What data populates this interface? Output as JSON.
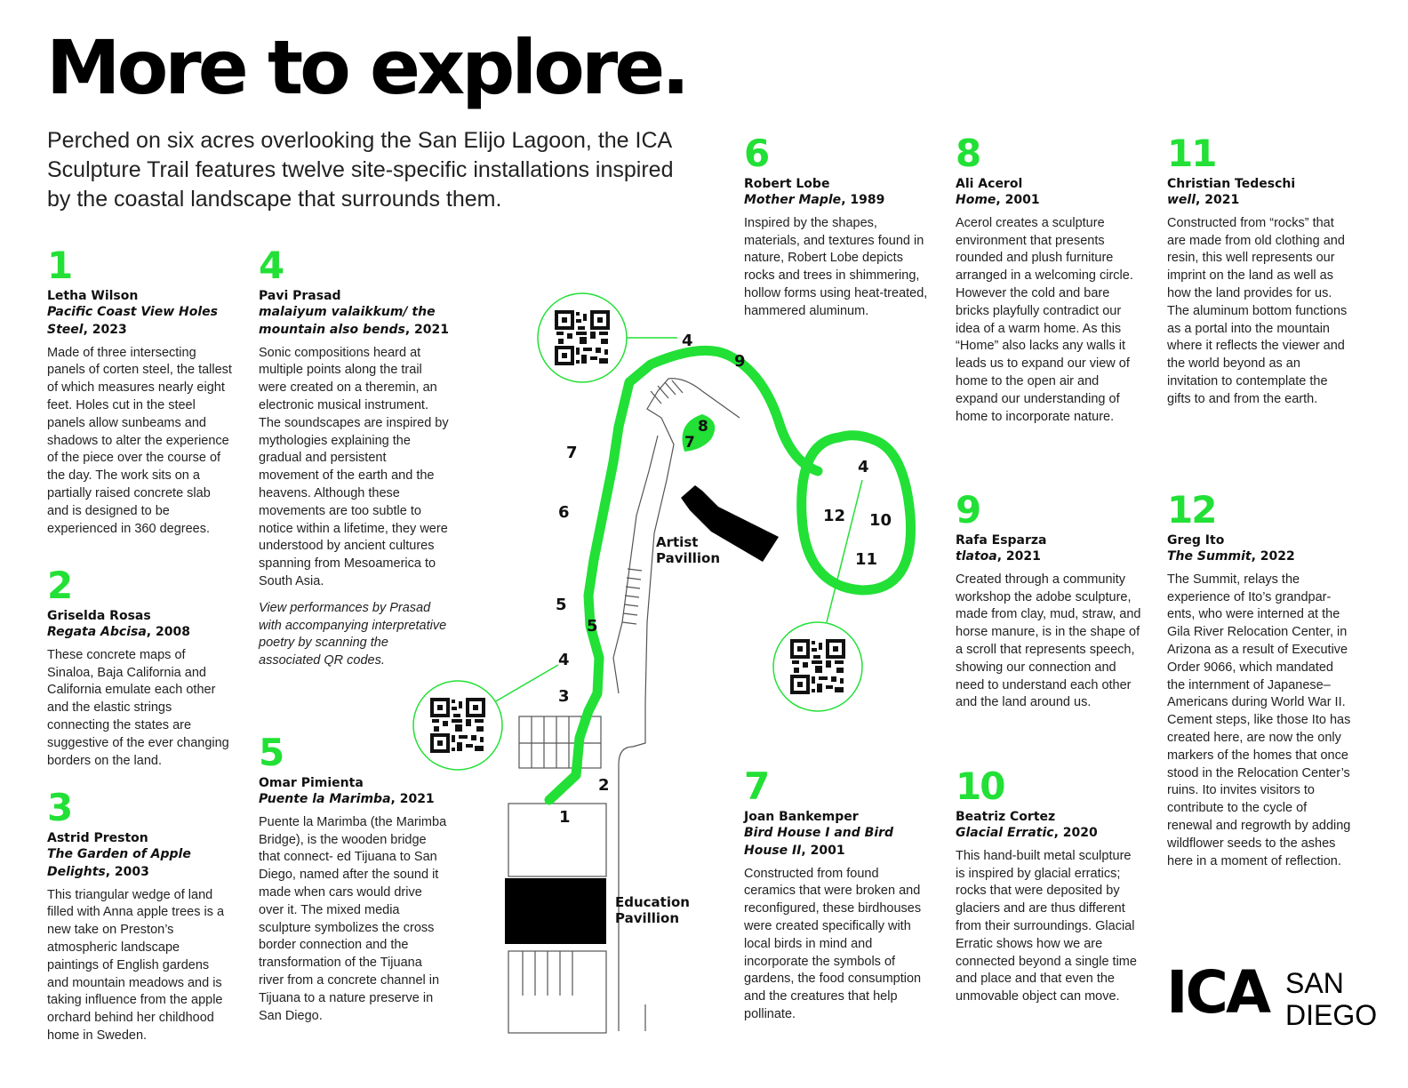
{
  "title": "More to explore.",
  "intro": "Perched on six acres overlooking the San Elijo Lagoon, the ICA Sculpture Trail features twelve site-specific installations inspired by the coastal landscape that surrounds them.",
  "colors": {
    "accent": "#22e036",
    "text": "#111111"
  },
  "entries": [
    {
      "num": "1",
      "artist": "Letha Wilson",
      "work": "Pacific Coast View Holes Steel",
      "year": ", 2023",
      "desc": "Made of three intersecting panels of corten steel, the tallest of which measures nearly eight feet. Holes cut in the steel panels allow sunbeams and shadows to alter the experience of the piece over the course of the day. The work sits on a partially raised concrete slab and is designed to be experienced in 360 degrees."
    },
    {
      "num": "2",
      "artist": "Griselda Rosas",
      "work": "Regata Abcisa",
      "year": ", 2008",
      "desc": "These concrete maps of Sinaloa, Baja California and California emulate each other and the elastic strings connecting the states are suggestive of the ever changing borders on the land."
    },
    {
      "num": "3",
      "artist": "Astrid Preston",
      "work": "The Garden of Apple Delights",
      "year": ", 2003",
      "desc": "This triangular wedge of land filled with Anna apple trees is a new take on Preston’s atmospheric landscape paintings of English gardens and mountain meadows and is taking influence from the apple orchard behind her childhood home in Sweden."
    },
    {
      "num": "4",
      "artist": "Pavi Prasad",
      "work": "malaiyum valaikkum/ the mountain also bends",
      "year": ", 2021",
      "desc": "Sonic compositions heard at multiple points along the trail were created on a theremin, an electronic musical instrument. The soundscapes are inspired by mythologies explaining the gradual and persistent movement of the earth and the heavens. Although these movements are too subtle to notice within a lifetime, they were understood by ancient cultures spanning from Mesoamerica to South Asia.",
      "note": "View performances by Prasad with accompanying interpretative poetry by scanning the associated QR codes."
    },
    {
      "num": "5",
      "artist": "Omar Pimienta",
      "work": "Puente la Marimba",
      "year": ", 2021",
      "desc": "Puente la Marimba (the Marimba Bridge), is the wooden bridge that connect- ed Tijuana to San Diego, named after the sound it made when cars would drive over it. The mixed media sculpture symbolizes the cross border connection and the transformation of the Tijuana river from a concrete channel in Tijuana to a nature preserve in San Diego."
    },
    {
      "num": "6",
      "artist": "Robert Lobe",
      "work": "Mother Maple",
      "year": ", 1989",
      "desc": "Inspired by the shapes, materials, and textures found in nature, Robert Lobe depicts rocks and trees in shimmering, hollow forms using heat-treated, hammered aluminum."
    },
    {
      "num": "7",
      "artist": "Joan Bankemper",
      "work": "Bird House I and Bird House II",
      "year": ", 2001",
      "desc": "Constructed from found ceramics that were broken and reconfigured, these birdhouses were created specifically with local birds in mind and incorporate the symbols of gardens, the food consumption and the creatures that help pollinate."
    },
    {
      "num": "8",
      "artist": "Ali Acerol",
      "work": "Home",
      "year": ", 2001",
      "desc": "Acerol creates a sculpture environment that presents rounded and plush furniture arranged in a welcoming circle. However the cold and bare bricks playfully contradict our idea of a warm home. As this “Home” also lacks any walls it leads us to expand our view of home to the open air and expand our understanding of home to incorporate nature."
    },
    {
      "num": "9",
      "artist": "Rafa Esparza",
      "work": "tlatoa",
      "year": ", 2021",
      "desc": "Created through a community workshop the adobe sculpture, made from clay, mud, straw, and horse manure, is in the shape of a scroll that represents speech, showing our connection and need to understand each other and the land around us."
    },
    {
      "num": "10",
      "artist": "Beatriz Cortez",
      "work": "Glacial Erratic",
      "year": ", 2020",
      "desc": "This hand-built metal sculpture is inspired by glacial erratics; rocks that were deposited by glaciers and are thus different from their surroundings. Glacial Erratic shows how we are connected beyond a single time and place and that even the unmovable object can move."
    },
    {
      "num": "11",
      "artist": "Christian Tedeschi",
      "work": "well",
      "year": ", 2021",
      "desc": "Constructed from “rocks” that are made from old clothing and resin, this well represents our imprint on the land as well as how the land provides for us. The aluminum bottom functions as a portal into the mountain where it reflects the viewer and the world beyond as an invitation to contemplate the gifts to and from the earth."
    },
    {
      "num": "12",
      "artist": "Greg Ito",
      "work": "The Summit",
      "year": ", 2022",
      "desc": "The Summit, relays the experience of Ito’s grandpar- ents, who were interned at the Gila River Relocation Center, in Arizona as a result of Executive Order 9066, which mandated the internment of Japanese– Americans during World War II. Cement steps, like those Ito has created here, are now the only markers of the homes that once stood in the Relocation Center’s ruins. Ito invites visitors to contribute to the cycle of renewal and regrowth by adding wildflower seeds to the ashes here in a moment of reflection."
    }
  ],
  "map": {
    "artist_pavilion_line1": "Artist",
    "artist_pavilion_line2": "Pavillion",
    "education_pavilion_line1": "Education",
    "education_pavilion_line2": "Pavillion",
    "markers": [
      "1",
      "2",
      "3",
      "4",
      "5",
      "5",
      "6",
      "7",
      "7",
      "8",
      "9",
      "4",
      "12",
      "10",
      "11",
      "4"
    ]
  },
  "logo": {
    "left": "ICA",
    "right_line1": "SAN",
    "right_line2": "DIEGO"
  }
}
